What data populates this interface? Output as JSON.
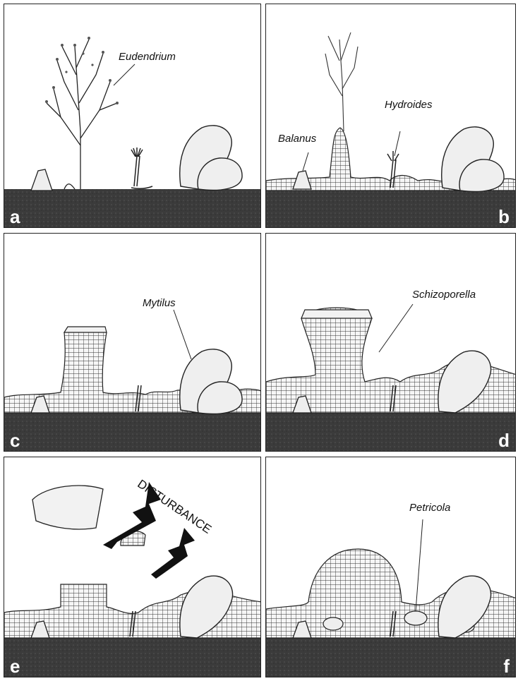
{
  "panels": [
    {
      "id": "a",
      "species": [
        "Eudendrium"
      ]
    },
    {
      "id": "b",
      "species": [
        "Balanus",
        "Hydroides"
      ]
    },
    {
      "id": "c",
      "species": [
        "Mytilus"
      ]
    },
    {
      "id": "d",
      "species": [
        "Schizoporella"
      ]
    },
    {
      "id": "e",
      "annotation": "DISTURBANCE"
    },
    {
      "id": "f",
      "species": [
        "Petricola"
      ]
    }
  ],
  "colors": {
    "substrate": "#3a3a3a",
    "ink": "#1a1a1a",
    "shell": "#eeeeee",
    "mesh": "#f4f4f4"
  }
}
